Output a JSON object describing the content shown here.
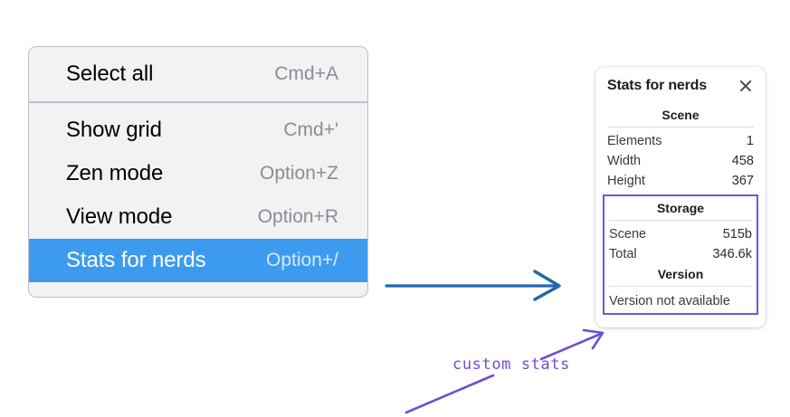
{
  "context_menu": {
    "groups": [
      {
        "items": [
          {
            "label": "Select all",
            "shortcut": "Cmd+A",
            "selected": false
          }
        ]
      },
      {
        "items": [
          {
            "label": "Show grid",
            "shortcut": "Cmd+'",
            "selected": false
          },
          {
            "label": "Zen mode",
            "shortcut": "Option+Z",
            "selected": false
          },
          {
            "label": "View mode",
            "shortcut": "Option+R",
            "selected": false
          },
          {
            "label": "Stats for nerds",
            "shortcut": "Option+/",
            "selected": true
          }
        ]
      }
    ],
    "highlight_color": "#3d9bef"
  },
  "stats_panel": {
    "title": "Stats for nerds",
    "close_icon": "close-icon",
    "sections": [
      {
        "name": "scene",
        "title": "Scene",
        "rows": [
          {
            "label": "Elements",
            "value": "1"
          },
          {
            "label": "Width",
            "value": "458"
          },
          {
            "label": "Height",
            "value": "367"
          }
        ]
      },
      {
        "name": "storage",
        "title": "Storage",
        "rows": [
          {
            "label": "Scene",
            "value": "515b"
          },
          {
            "label": "Total",
            "value": "346.6k"
          }
        ]
      },
      {
        "name": "version",
        "title": "Version",
        "note": "Version not available"
      }
    ]
  },
  "annotations": {
    "custom_stats_label": "custom stats",
    "highlight_box_color": "#7a52d8",
    "flow_arrow_color": "#1f67ad"
  }
}
